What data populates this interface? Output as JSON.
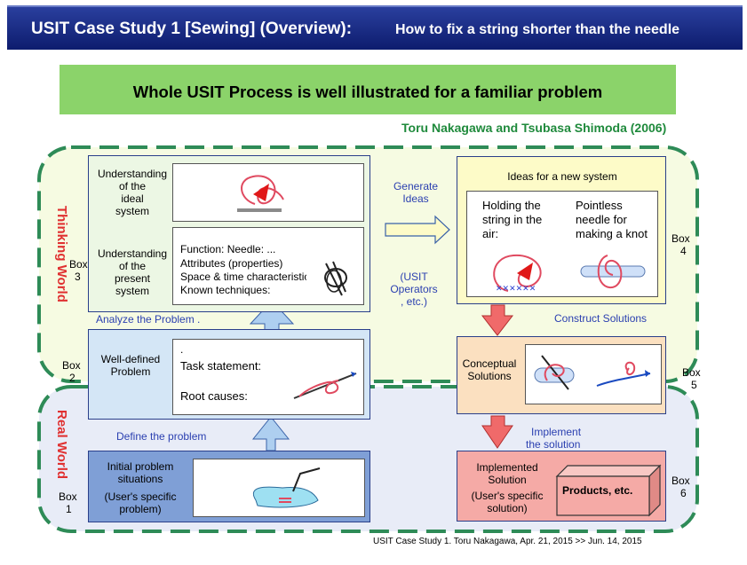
{
  "header": {
    "title": "USIT Case Study 1 [Sewing] (Overview):",
    "subtitle": "How to fix a string shorter than the needle"
  },
  "banner": "Whole USIT Process is well illustrated for a familiar problem",
  "authors": "Toru Nakagawa and Tsubasa Shimoda (2006)",
  "zones": {
    "thinking": "Thinking World",
    "real": "Real World"
  },
  "box_labels": {
    "b1": [
      "Box",
      "1"
    ],
    "b2": [
      "Box",
      "2"
    ],
    "b3": [
      "Box",
      "3"
    ],
    "b4": [
      "Box",
      "4"
    ],
    "b5": [
      "Box",
      "5"
    ],
    "b6": [
      "Box",
      "6"
    ]
  },
  "box3": {
    "ideal": [
      "Understanding",
      "of the",
      "ideal",
      "system"
    ],
    "present": [
      "Understanding",
      "of the",
      "present",
      "system"
    ],
    "analysis": [
      "Function:   Needle: ...",
      "Attributes (properties)",
      "Space & time characteristics",
      "Known techniques:"
    ]
  },
  "box2": {
    "label": [
      "Well-defined",
      "Problem"
    ],
    "dot": ".",
    "task": "Task statement:",
    "root": "Root causes:"
  },
  "box1": {
    "label": [
      "Initial problem",
      "situations"
    ],
    "note": [
      "(User's specific",
      "problem)"
    ]
  },
  "box4": {
    "title": "Ideas for a new system",
    "idea1": [
      "Holding the",
      "string in the",
      " air:"
    ],
    "idea2": [
      "Pointless",
      "needle for",
      "making a knot"
    ]
  },
  "box5": {
    "label": [
      "Conceptual",
      "Solutions"
    ]
  },
  "box6": {
    "label": [
      "Implemented",
      "Solution"
    ],
    "note": [
      "(User's specific",
      "solution)"
    ],
    "product": "Products, etc."
  },
  "arrows": {
    "generate": [
      "Generate",
      "Ideas"
    ],
    "operators": [
      "(USIT",
      "Operators",
      ", etc.)"
    ],
    "analyze": "Analyze the Problem .",
    "define": "Define the problem",
    "construct": "Construct Solutions",
    "implement": [
      "Implement",
      "the solution"
    ]
  },
  "footer": "USIT Case Study 1.  Toru Nakagawa, Apr. 21, 2015 >> Jun. 14, 2015",
  "colors": {
    "title_bg": "#1a2b86",
    "banner_bg": "#8bd36a",
    "authors": "#1f8a3c",
    "zone_border": "#2e8b57",
    "zone_label": "#e03030",
    "thinking_bg": "#f6fbe2",
    "real_bg": "#e8ecf7",
    "box3_bg": "#ecf7e4",
    "box2_bg": "#d4e6f6",
    "box1_bg": "#7f9fd6",
    "box4_bg": "#fdfbc8",
    "box5_bg": "#fbe0c0",
    "box6_bg": "#f5aaa6",
    "up_arrow": "#aecff0",
    "down_arrow": "#f06a6a",
    "blue_text": "#2a3fb0"
  }
}
